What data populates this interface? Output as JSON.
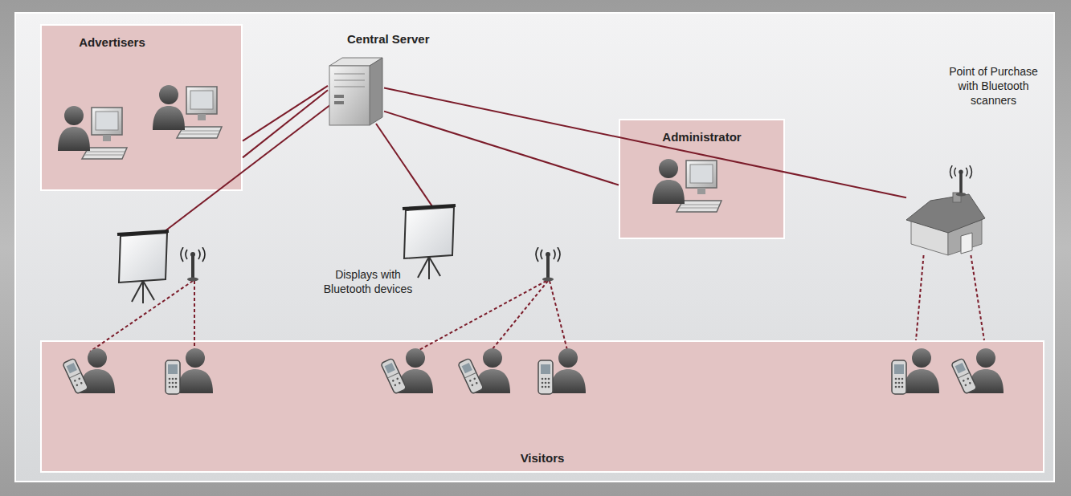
{
  "diagram": {
    "nodes": [
      {
        "text": [
          "Advertisers"
        ]
      },
      {
        "text": [
          "Central Server"
        ]
      },
      {
        "text": [
          "Administrator"
        ]
      },
      {
        "text": [
          "Point of Purchase with Bluetooth scanners"
        ]
      },
      {
        "text": [
          "Visitors"
        ]
      }
    ],
    "edges": [
      {
        "from": 0,
        "to": 1,
        "arrow": "none"
      },
      {
        "from": 0,
        "to": 1,
        "arrow": "none"
      },
      {
        "from": 1,
        "to": 2,
        "arrow": "none"
      },
      {
        "from": 1,
        "to": 3,
        "arrow": "none"
      },
      {
        "from": 3,
        "to": 4,
        "arrow": "none"
      },
      {
        "from": 3,
        "to": 4,
        "arrow": "none"
      }
    ],
    "labels": [
      "Displays with Bluetooth devices"
    ]
  }
}
